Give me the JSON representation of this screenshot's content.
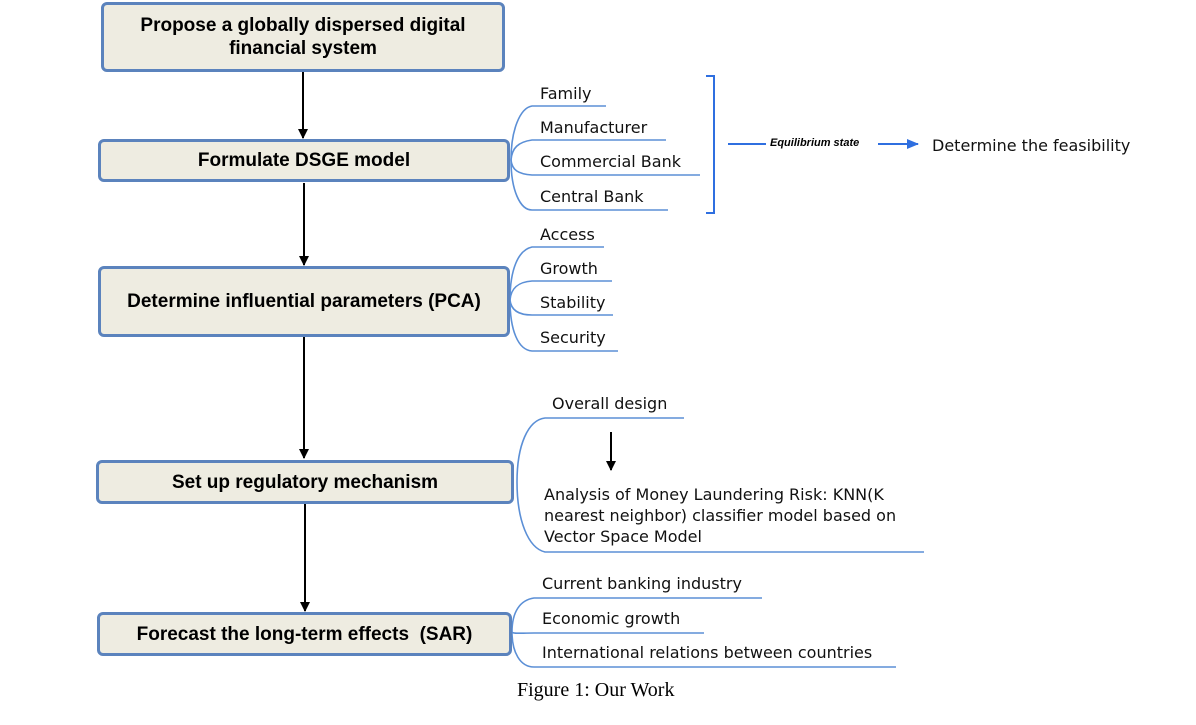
{
  "steps": [
    {
      "label": "Propose a globally dispersed digital financial system"
    },
    {
      "label": "Formulate DSGE model"
    },
    {
      "label": "Determine influential parameters (PCA)"
    },
    {
      "label": "Set up regulatory mechanism"
    },
    {
      "label": "Forecast the long-term effects  (SAR)"
    }
  ],
  "dsge_agents": [
    "Family",
    "Manufacturer",
    "Commercial Bank",
    "Central Bank"
  ],
  "equilibrium": {
    "label": "Equilibrium state",
    "result": "Determine the feasibility"
  },
  "parameters": [
    "Access",
    "Growth",
    "Stability",
    "Security"
  ],
  "regulatory": {
    "overall": "Overall design",
    "analysis": "Analysis of Money Laundering Risk: KNN(K nearest neighbor) classifier model based on Vector Space Model"
  },
  "effects": [
    "Current banking industry",
    "Economic growth",
    "International relations between countries"
  ],
  "caption": "Figure 1: Our Work",
  "colors": {
    "box_fill": "#eeece1",
    "box_border": "#5b83bd",
    "branch_line": "#5b8fd6",
    "arrow_accent": "#2f6fe0"
  }
}
